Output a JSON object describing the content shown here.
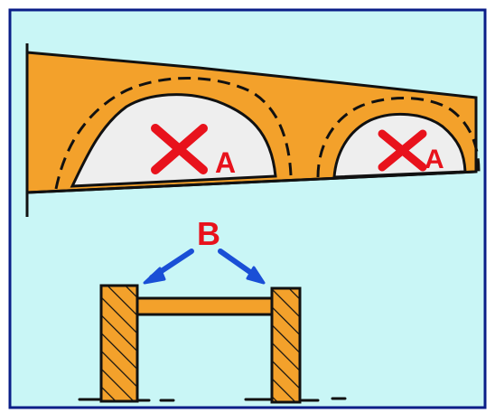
{
  "colors": {
    "background": "#c9f6f6",
    "border": "#0a1e88",
    "fill_orange": "#f3a12b",
    "cross": "#e8121c",
    "arrow": "#1a4fd6",
    "void": "#eeeeee",
    "ink": "#111111"
  },
  "labels": {
    "label_a_left": "A",
    "label_a_right": "A",
    "label_b": "B"
  },
  "icons": {
    "cross_left": "x-mark-icon",
    "cross_right": "x-mark-icon",
    "arrow_left": "arrow-down-left-icon",
    "arrow_right": "arrow-down-right-icon"
  }
}
